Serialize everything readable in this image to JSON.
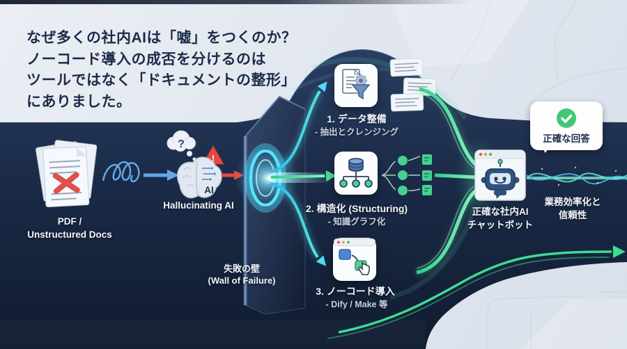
{
  "headline": {
    "lines": [
      "なぜ多くの社内AIは「嘘」をつくのか？",
      "ノーコード導入の成否を分けるのは",
      "ツールではなく「ドキュメントの整形」",
      "にありました。"
    ]
  },
  "source": {
    "label_lines": [
      "PDF /",
      "Unstructured Docs"
    ]
  },
  "hallucination": {
    "label": "Hallucinating AI",
    "ai_badge": "AI",
    "question_mark": "?",
    "warning_mark": "!"
  },
  "wall": {
    "label_jp": "失敗の壁",
    "label_en": "(Wall of Failure)"
  },
  "steps": [
    {
      "title": "1. データ整備",
      "subtitle": "- 抽出とクレンジング"
    },
    {
      "title": "2. 構造化 (Structuring)",
      "subtitle": "- 知識グラフ化"
    },
    {
      "title": "3. ノーコード導入",
      "subtitle": "- Dify / Make 等"
    }
  ],
  "result": {
    "bot_label_lines": [
      "正確な社内AI",
      "チャットボット"
    ],
    "bubble_text": "正確な回答",
    "outcome_lines": [
      "業務効率化と",
      "信頼性"
    ]
  },
  "colors": {
    "cyan": "#4fd9f6",
    "green": "#3ddc91",
    "red": "#e8483f",
    "navy_dark": "#16263f",
    "light_bg": "#e3e8f0"
  }
}
